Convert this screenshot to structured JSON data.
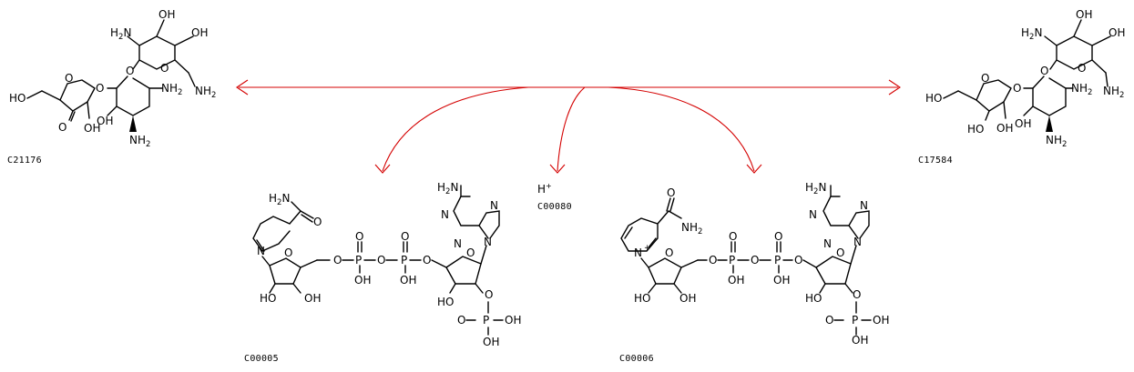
{
  "compounds": {
    "left": {
      "id": "C21176"
    },
    "right": {
      "id": "C17584"
    },
    "nadh": {
      "id": "C00005"
    },
    "proton": {
      "id": "C00080",
      "symbol": "H",
      "charge": "+"
    },
    "nadp": {
      "id": "C00006"
    }
  },
  "colors": {
    "arrow": "#d40000",
    "structure": "#000000"
  }
}
